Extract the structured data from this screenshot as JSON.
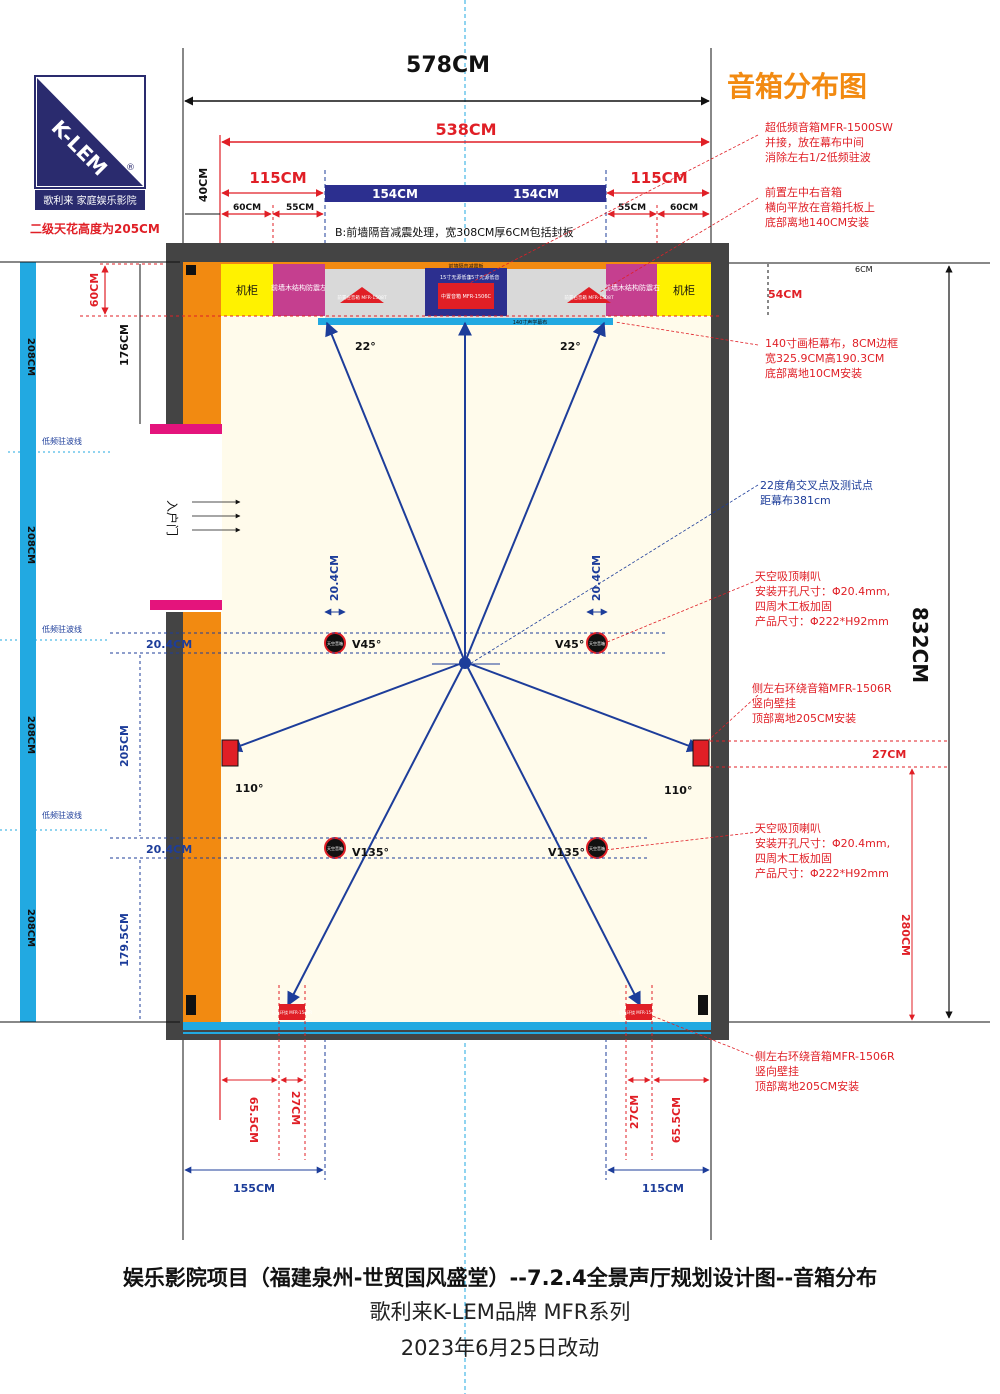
{
  "colors": {
    "dim_red": "#e01f26",
    "dim_blue": "#1d3d9a",
    "dim_black": "#111111",
    "wall": "#444444",
    "wall_left": "#f28a11",
    "floor": "#fffbeb",
    "cabinet": "#fff200",
    "panel": "#c53f8f",
    "screen_blue": "#2c2f8f",
    "cyan": "#22a9e1",
    "magenta": "#e4147c",
    "title_orange": "#f28a11"
  },
  "logo": {
    "brand": "K-LEM",
    "registered": "®",
    "tagline": "歌利来 家庭娱乐影院",
    "ceiling_note": "二级天花高度为205CM"
  },
  "title": "音箱分布图",
  "dims_top": {
    "overall_width": "578CM",
    "inner_width": "538CM",
    "left_side": "115CM",
    "right_side": "115CM",
    "screen_half_left": "154CM",
    "screen_half_right": "154CM",
    "left_60": "60CM",
    "left_55": "55CM",
    "right_55": "55CM",
    "right_60": "60CM",
    "top_gap": "40CM",
    "front_wall_note": "B:前墙隔音减震处理，宽308CM厚6CM包括封板"
  },
  "front": {
    "cabinet_left": "机柜",
    "cabinet_right": "机柜",
    "panel_left": "前墙木结构防震左",
    "panel_right": "前墙木结构防震右",
    "screen_label": "140寸声学幕布",
    "center_speaker": "中置音箱 MFR-1506C",
    "left_speaker": "前置左音箱 MFR-1508T",
    "right_speaker": "前置右音箱 MFR-1508T",
    "sub_left": "15寸无源低音",
    "sub_right": "15寸无源低音",
    "soundbar_top": "前墙隔音减震板",
    "dim_60": "60CM",
    "dim_54": "54CM",
    "dim_6": "6CM",
    "dim_176": "176CM"
  },
  "angles": {
    "front_l": "22°",
    "front_r": "22°",
    "side_l": "110°",
    "side_r": "110°",
    "v45_l": "V45°",
    "v45_r": "V45°",
    "v135_l": "V135°",
    "v135_r": "V135°"
  },
  "ceiling": {
    "icon": "天空音箱",
    "off_1": "20.4CM",
    "off_2": "20.4CM",
    "row1": "20.4CM",
    "row2": "20.4CM",
    "dim_205": "205CM",
    "dim_1795": "179.5CM"
  },
  "door": {
    "label": "入户门"
  },
  "left_bar": {
    "seg1": "208CM",
    "seg2": "208CM",
    "seg3": "208CM",
    "seg4": "208CM",
    "line1": "低频驻波线",
    "line2": "低频驻波线",
    "line3": "低频驻波线"
  },
  "right_dims": {
    "overall": "832CM",
    "side_offset": "27CM",
    "rear_280": "280CM"
  },
  "notes": {
    "sub": [
      "超低频音箱MFR-1500SW",
      "并接，放在幕布中间",
      "消除左右1/2低频驻波"
    ],
    "lcr": [
      "前置左中右音箱",
      "横向平放在音箱托板上",
      "底部离地140CM安装"
    ],
    "screen": [
      "140寸画柜幕布，8CM边框",
      "宽325.9CM高190.3CM",
      "底部离地10CM安装"
    ],
    "cross": [
      "22度角交叉点及测试点",
      "距幕布381cm"
    ],
    "ceil1": [
      "天空吸顶喇叭",
      "安装开孔尺寸：Φ20.4mm,",
      "四周木工板加固",
      "产品尺寸：Φ222*H92mm"
    ],
    "side": [
      "侧左右环绕音箱MFR-1506R",
      "竖向壁挂",
      "顶部离地205CM安装"
    ],
    "ceil2": [
      "天空吸顶喇叭",
      "安装开孔尺寸：Φ20.4mm,",
      "四周木工板加固",
      "产品尺寸：Φ222*H92mm"
    ],
    "rear": [
      "侧左右环绕音箱MFR-1506R",
      "竖向壁挂",
      "顶部离地205CM安装"
    ]
  },
  "rear": {
    "speaker": "后置环绕 MFR-1506R",
    "l_655": "65.5CM",
    "l_27": "27CM",
    "r_27": "27CM",
    "r_655": "65.5CM",
    "l_155": "155CM",
    "r_115": "115CM"
  },
  "footer": {
    "title": "娱乐影院项目（福建泉州-世贸国风盛堂）--7.2.4全景声厅规划设计图--音箱分布",
    "brand": "歌利来K-LEM品牌  MFR系列",
    "date": "2023年6月25日改动"
  }
}
